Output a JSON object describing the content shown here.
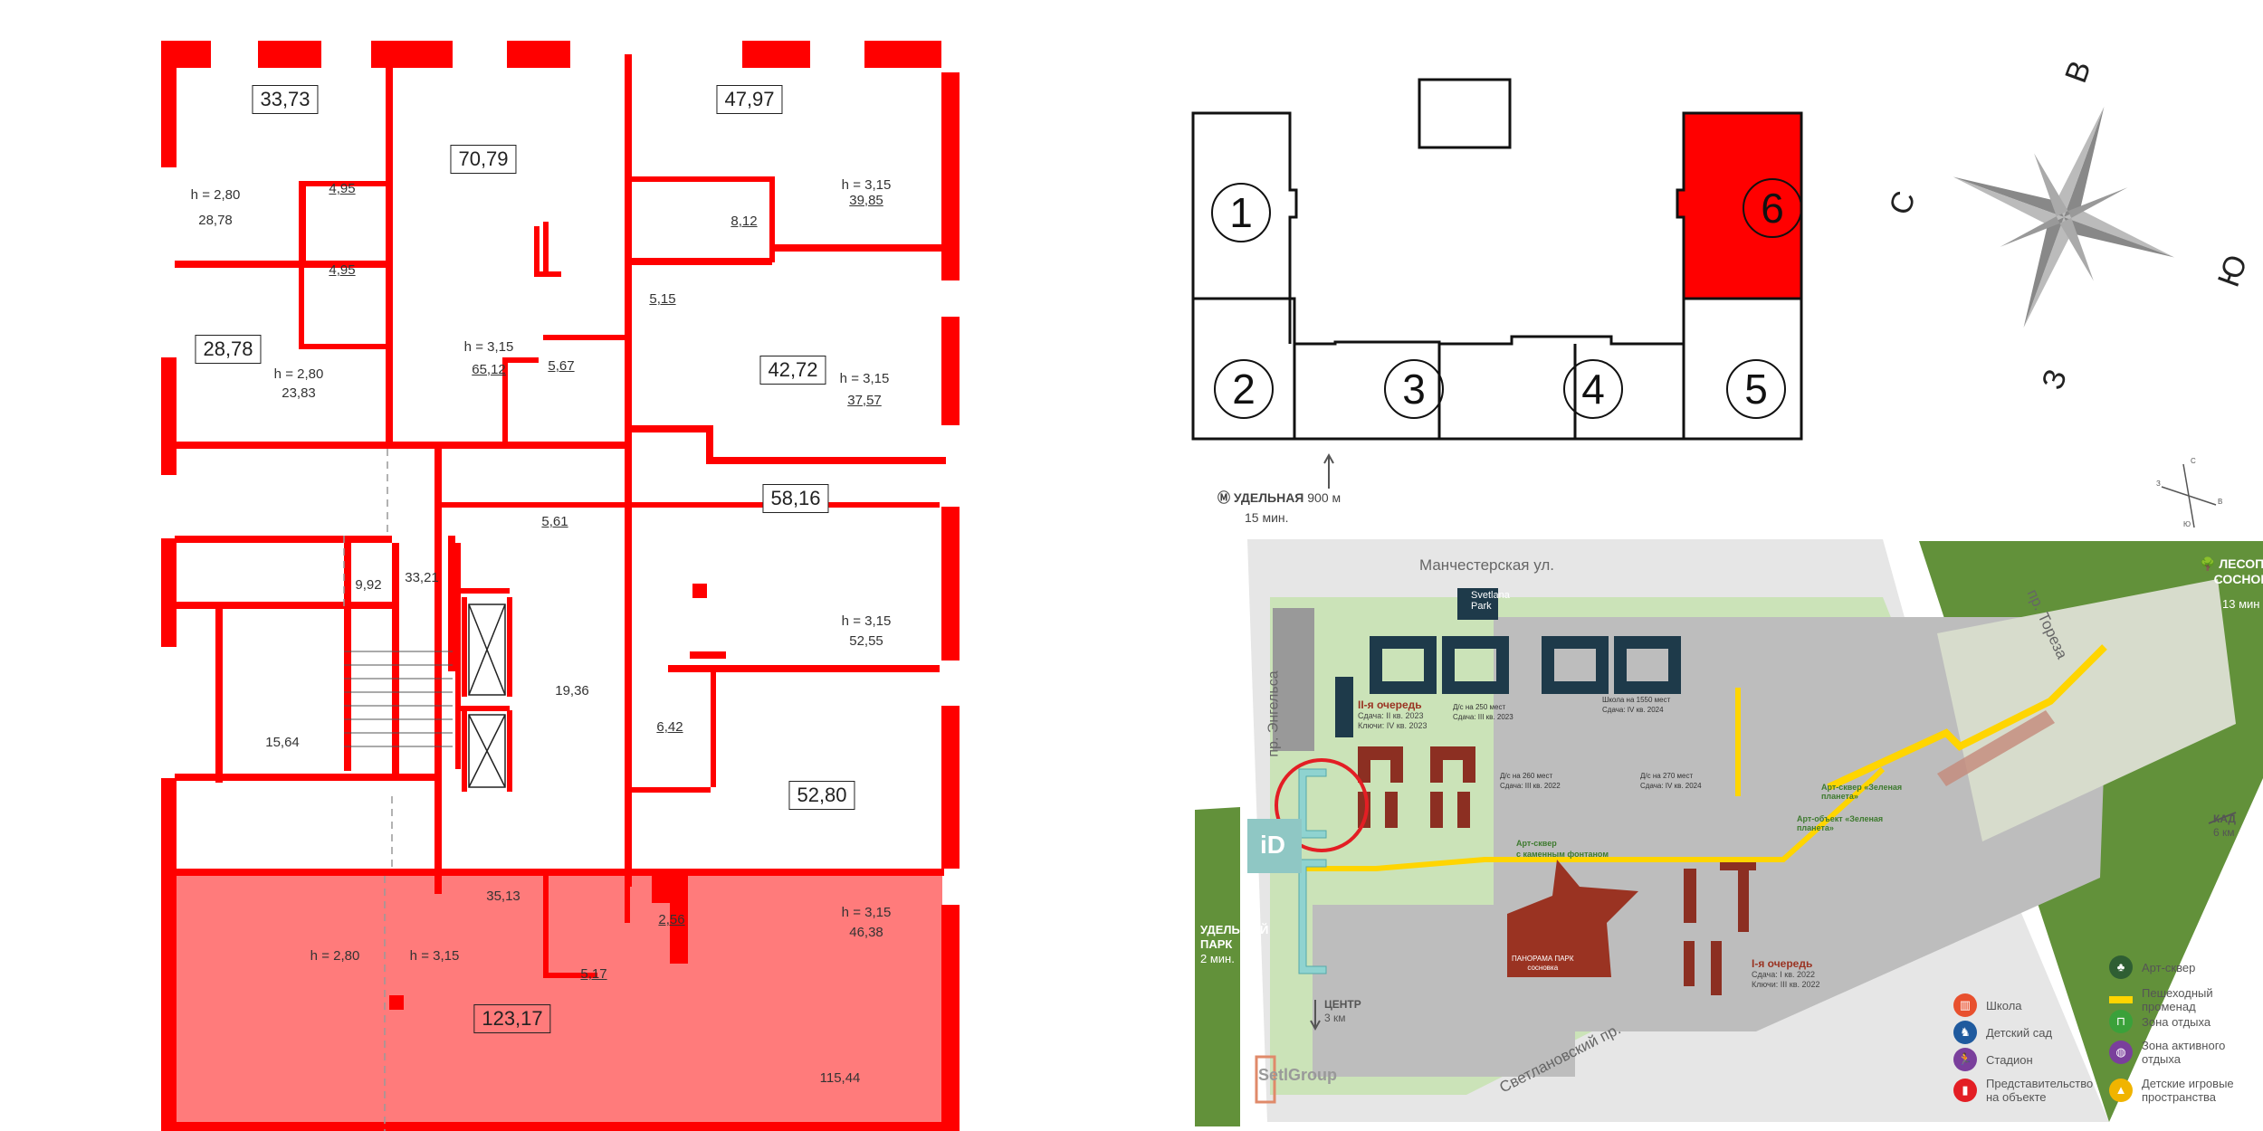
{
  "colors": {
    "wall": "#ff0000",
    "selected_fill": "#ff7b7b",
    "building_selected": "#ff0000",
    "map_green": "#62913a",
    "map_road": "#e6e6e6",
    "map_brick": "#8c2f22",
    "map_teal": "#8fd3d0",
    "promenade": "#ffd500"
  },
  "floor_plan": {
    "rooms": [
      {
        "area_box": "33,73"
      },
      {
        "area_box": "70,79"
      },
      {
        "area_box": "47,97"
      },
      {
        "area_box": "28,78"
      },
      {
        "area_box": "42,72"
      },
      {
        "area_box": "58,16"
      },
      {
        "area_box": "52,80"
      },
      {
        "area_box": "123,17"
      }
    ],
    "labels": {
      "h280a": "h = 2,80",
      "a2878": "28,78",
      "a495a": "4,95",
      "a495b": "4,95",
      "h315a": "h = 3,15",
      "a6512": "65,12",
      "a567": "5,67",
      "a515": "5,15",
      "a812": "8,12",
      "h315b": "h = 3,15",
      "a3985": "39,85",
      "h280b": "h = 2,80",
      "a2383": "23,83",
      "h315c": "h = 3,15",
      "a3757": "37,57",
      "a561": "5,61",
      "a992": "9,92",
      "a3321": "33,21",
      "a1564": "15,64",
      "a1936": "19,36",
      "h315d": "h = 3,15",
      "a5255": "52,55",
      "a642": "6,42",
      "a3513": "35,13",
      "h315e": "h = 3,15",
      "a4638": "46,38",
      "a517": "5,17",
      "a256": "2,56",
      "h280c": "h = 2,80",
      "h315f": "h = 3,15",
      "a11544": "115,44"
    },
    "selected_unit": "123,17"
  },
  "building_scheme": {
    "sections": [
      "1",
      "2",
      "3",
      "4",
      "5",
      "6"
    ],
    "selected_section": "6",
    "compass": {
      "north": "С",
      "east": "В",
      "south": "Ю",
      "west": "З"
    }
  },
  "site_map": {
    "metro": {
      "name": "УДЕЛЬНАЯ",
      "distance": "900 м",
      "time": "15 мин."
    },
    "streets": [
      "Манчестерская ул.",
      "пр. Энгельса",
      "пр. Тореза",
      "Светлановский пр."
    ],
    "mini_compass": {
      "n": "С",
      "e": "В",
      "s": "Ю",
      "w": "З"
    },
    "svetlana_park": "Svetlana\nPark",
    "forest": {
      "name_1": "ЛЕСОПАРК",
      "name_2": "СОСНОВКА",
      "time": "13 мин"
    },
    "udelny": {
      "name_1": "УДЕЛЬНЫЙ",
      "name_2": "ПАРК",
      "time": "2 мин."
    },
    "center": {
      "name": "ЦЕНТР",
      "distance": "3 км"
    },
    "kad": {
      "name": "КАД",
      "distance": "6 км"
    },
    "phase2": {
      "title": "II-я очередь",
      "line1": "Сдача: II кв. 2023",
      "line2": "Ключи: IV кв. 2023"
    },
    "phase1": {
      "title": "I-я очередь",
      "line1": "Сдача: I кв. 2022",
      "line2": "Ключи: III кв. 2022"
    },
    "ds250": {
      "title": "Д/с на 250 мест",
      "line": "Сдача: III кв. 2023"
    },
    "ds260": {
      "title": "Д/с на 260 мест",
      "line": "Сдача: III кв. 2022"
    },
    "ds270": {
      "title": "Д/с на 270 мест",
      "line": "Сдача: IV кв. 2024"
    },
    "school": {
      "title": "Школа на 1550 мест",
      "line": "Сдача: IV кв. 2024"
    },
    "art_green": "Арт-сквер «Зеленая планета»",
    "art_object": "Арт-объект «Зеленая планета»",
    "art_fountain_1": "Арт-сквер",
    "art_fountain_2": "с каменным фонтаном",
    "panorama": {
      "name": "ПАНОРАМА ПАРК",
      "sub": "сосновка"
    },
    "id_logo": "iD",
    "setl": "SetlGroup",
    "legend": [
      {
        "icon": "school-icon",
        "label": "Школа",
        "color": "#e8502e"
      },
      {
        "icon": "kindergarten-icon",
        "label": "Детский сад",
        "color": "#1f5a9e"
      },
      {
        "icon": "stadium-icon",
        "label": "Стадион",
        "color": "#7a3f9c"
      },
      {
        "icon": "office-icon",
        "label": "Представительство на объекте",
        "color": "#e31e24"
      },
      {
        "icon": "tree-icon",
        "label": "Арт-сквер",
        "color": "#2f5e33"
      },
      {
        "icon": "promenade-line",
        "label": "Пешеходный променад",
        "color": "#ffd500"
      },
      {
        "icon": "bench-icon",
        "label": "Зона отдыха",
        "color": "#3aa13a"
      },
      {
        "icon": "ball-icon",
        "label": "Зона активного отдыха",
        "color": "#7a3f9c"
      },
      {
        "icon": "playground-icon",
        "label": "Детские игровые пространства",
        "color": "#f0b400"
      }
    ]
  }
}
